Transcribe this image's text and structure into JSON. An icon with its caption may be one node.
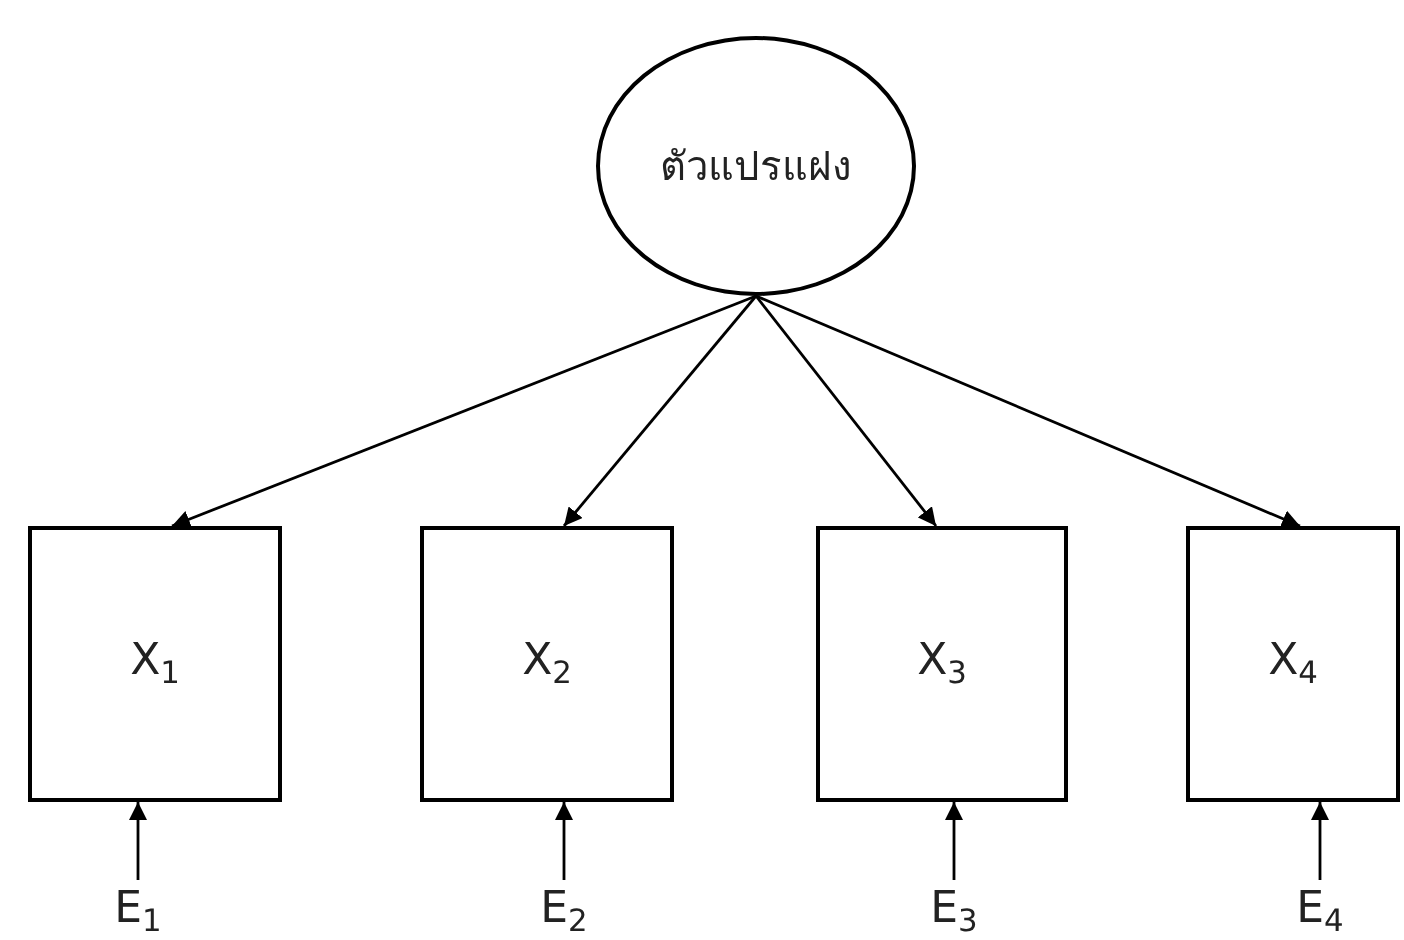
{
  "diagram": {
    "nodes": [
      {
        "text": [
          "ตัวแปรแฝง"
        ]
      },
      {
        "text": [
          "X$_{1}$"
        ]
      },
      {
        "text": [
          "X$_{2}$"
        ]
      },
      {
        "text": [
          "X$_{3}$"
        ]
      },
      {
        "text": [
          "X$_{4}$"
        ]
      },
      {
        "text": [
          "E$_{1}$"
        ]
      },
      {
        "text": [
          "E$_{2}$"
        ]
      },
      {
        "text": [
          "E$_{3}$"
        ]
      },
      {
        "text": [
          "E$_{4}$"
        ]
      }
    ],
    "edges": [
      {
        "from": 0,
        "to": 1,
        "arrow": "to"
      },
      {
        "from": 0,
        "to": 2,
        "arrow": "to"
      },
      {
        "from": 0,
        "to": 3,
        "arrow": "to"
      },
      {
        "from": 0,
        "to": 4,
        "arrow": "to"
      },
      {
        "from": 5,
        "to": 1,
        "arrow": "to"
      },
      {
        "from": 6,
        "to": 2,
        "arrow": "to"
      },
      {
        "from": 7,
        "to": 3,
        "arrow": "to"
      },
      {
        "from": 8,
        "to": 4,
        "arrow": "to"
      }
    ]
  }
}
